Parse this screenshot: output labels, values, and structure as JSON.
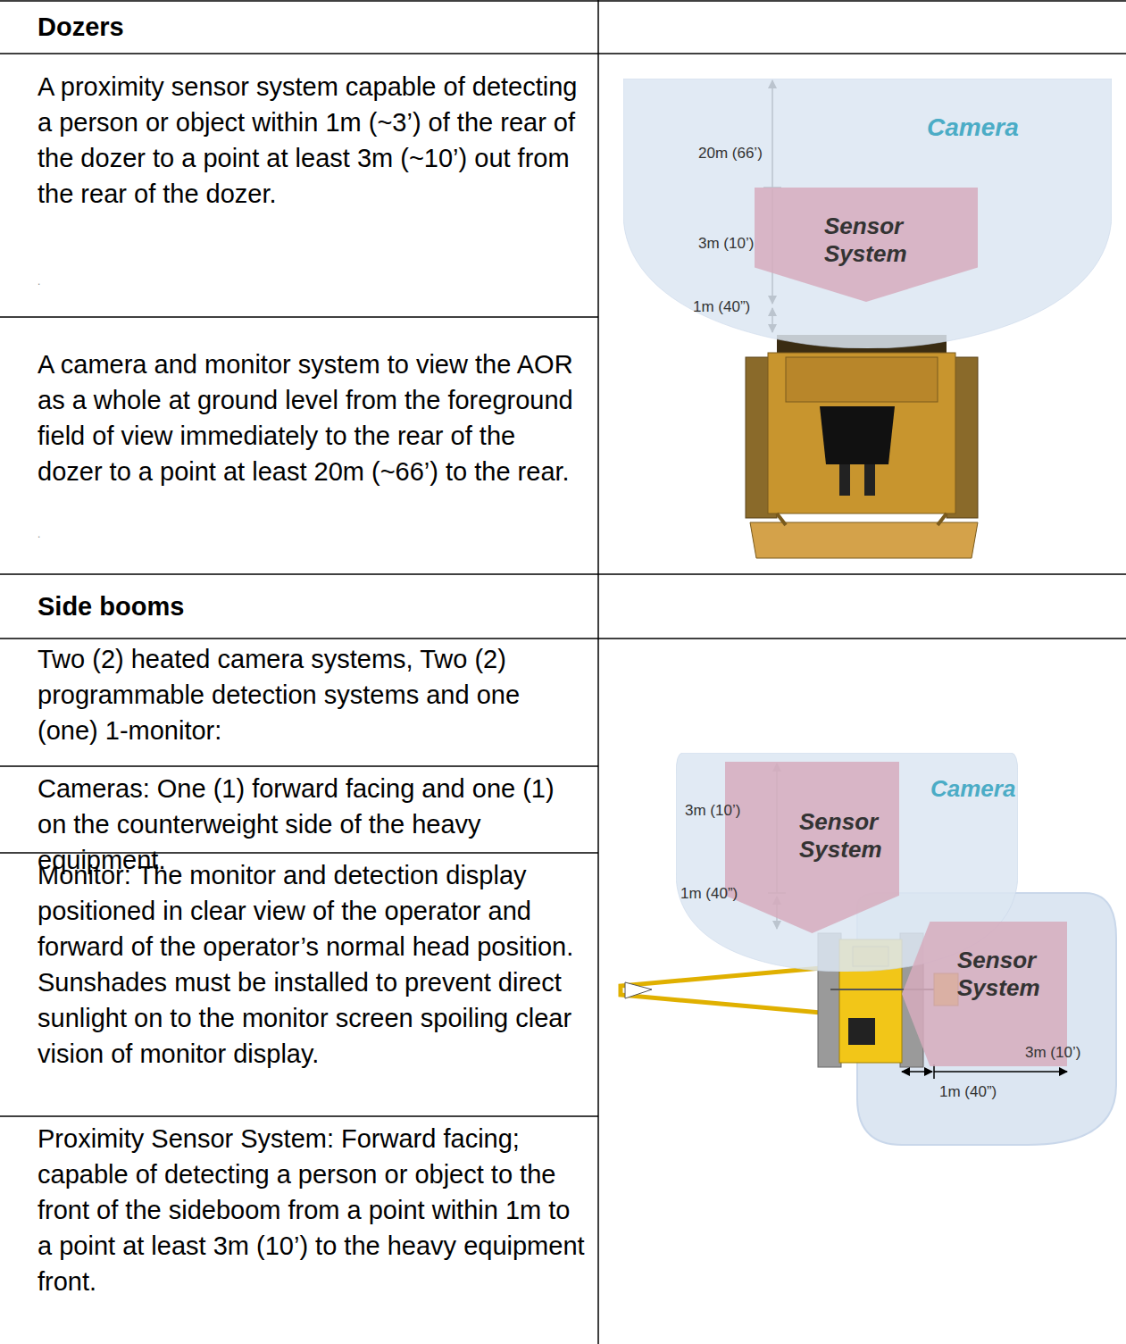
{
  "diagram": {
    "nodes": [
      {
        "text": [
          "Camera"
        ]
      },
      {
        "text": [
          "Sensor System"
        ],
        "in": 0
      },
      {
        "text": [
          "Camera"
        ]
      },
      {
        "text": [
          "Sensor System"
        ],
        "in": 2
      },
      {
        "text": [
          "Sensor System"
        ]
      }
    ],
    "labels": [
      "Dozers",
      "A proximity sensor system capable of detecting a person or object within 1m (~3’) of the rear of the dozer to a point at least 3m (~10’) out from the rear of the dozer.",
      ".",
      "A camera and monitor system to view the AOR as a whole at ground level from the foreground field of view immediately to the rear of the dozer to a point at least 20m (~66’) to the rear.",
      ".",
      "Side booms",
      "Two (2) heated camera systems, Two (2) programmable detection systems and one (one) 1-monitor:",
      "Cameras: One (1) forward facing and one (1) on the counterweight side of the heavy equipment.",
      "Monitor: The monitor and detection display positioned in clear view of the operator and forward of the operator’s normal head position. Sunshades must be installed to prevent direct sunlight on to the monitor screen spoiling clear vision of monitor display.",
      "Proximity Sensor System: Forward facing; capable of detecting a person or object to the front of the sideboom from a point within 1m to a point at least 3m (10’) to the heavy equipment front.",
      "20m (66’)",
      "3m (10’)",
      "1m (40”)",
      "3m (10’)",
      "1m (40”)",
      "3m (10’)",
      "1m (40”)"
    ]
  }
}
